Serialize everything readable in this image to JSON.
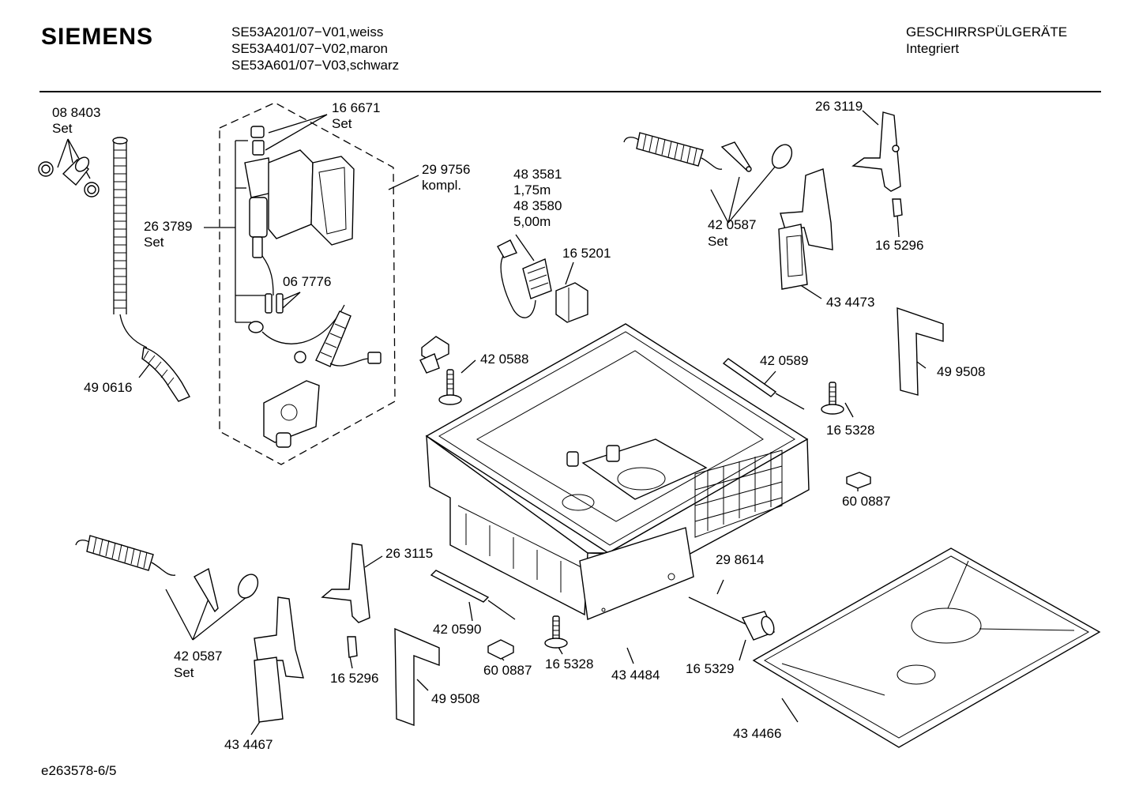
{
  "header": {
    "brand": "SIEMENS",
    "models": [
      "SE53A201/07−V01,weiss",
      "SE53A401/07−V02,maron",
      "SE53A601/07−V03,schwarz"
    ],
    "category": "GESCHIRRSPÜLGERÄTE",
    "subcategory": "Integriert"
  },
  "footer": {
    "doc_id": "e263578-6/5"
  },
  "callouts": [
    {
      "lines": [
        "08 8403",
        "Set"
      ]
    },
    {
      "lines": [
        "16 6671",
        "Set"
      ]
    },
    {
      "lines": [
        "29 9756",
        "kompl."
      ]
    },
    {
      "lines": [
        "26 3789",
        "Set"
      ]
    },
    {
      "lines": [
        "06 7776"
      ]
    },
    {
      "lines": [
        "49 0616"
      ]
    },
    {
      "lines": [
        "48 3581",
        "1,75m",
        "48 3580",
        "5,00m"
      ]
    },
    {
      "lines": [
        "16 5201"
      ]
    },
    {
      "lines": [
        "26 3119"
      ]
    },
    {
      "lines": [
        "42 0587",
        "Set"
      ]
    },
    {
      "lines": [
        "16 5296"
      ]
    },
    {
      "lines": [
        "43 4473"
      ]
    },
    {
      "lines": [
        "42 0588"
      ]
    },
    {
      "lines": [
        "42 0589"
      ]
    },
    {
      "lines": [
        "49 9508"
      ]
    },
    {
      "lines": [
        "16 5328"
      ]
    },
    {
      "lines": [
        "60 0887"
      ]
    },
    {
      "lines": [
        "26 3115"
      ]
    },
    {
      "lines": [
        "29 8614"
      ]
    },
    {
      "lines": [
        "42 0587",
        "Set"
      ]
    },
    {
      "lines": [
        "42 0590"
      ]
    },
    {
      "lines": [
        "16 5296"
      ]
    },
    {
      "lines": [
        "60 0887"
      ]
    },
    {
      "lines": [
        "16 5328"
      ]
    },
    {
      "lines": [
        "43 4484"
      ]
    },
    {
      "lines": [
        "16 5329"
      ]
    },
    {
      "lines": [
        "49 9508"
      ]
    },
    {
      "lines": [
        "43 4467"
      ]
    },
    {
      "lines": [
        "43 4466"
      ]
    }
  ]
}
